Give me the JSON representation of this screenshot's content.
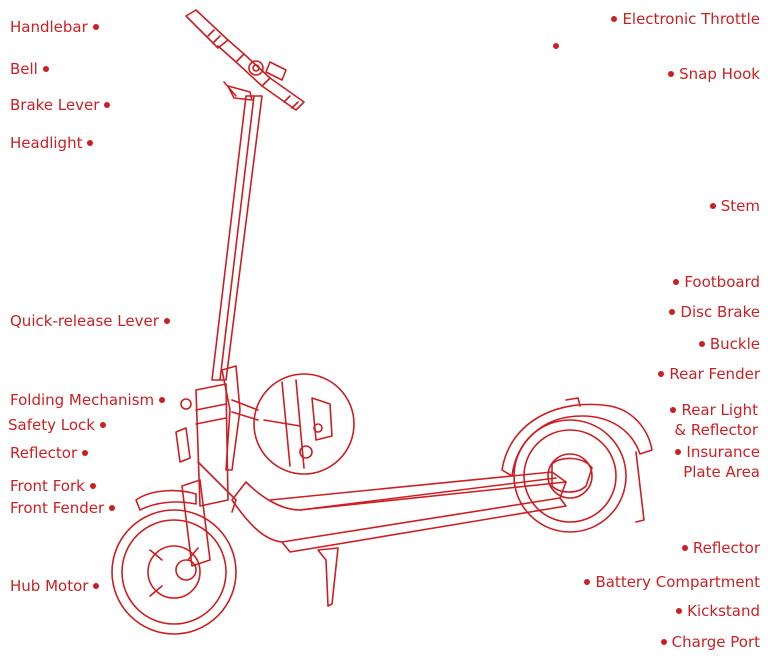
{
  "accent_color": "#cc1f24",
  "labels_left": {
    "handlebar": "Handlebar",
    "bell": "Bell",
    "brake_lever": "Brake Lever",
    "headlight": "Headlight",
    "quick_release_lever": "Quick-release Lever",
    "folding_mechanism": "Folding Mechanism",
    "safety_lock": "Safety Lock",
    "reflector_front": "Reflector",
    "front_fork": "Front Fork",
    "front_fender": "Front Fender",
    "hub_motor": "Hub Motor"
  },
  "labels_right": {
    "electronic_throttle": "Electronic Throttle",
    "snap_hook": "Snap Hook",
    "stem": "Stem",
    "footboard": "Footboard",
    "disc_brake": "Disc Brake",
    "buckle": "Buckle",
    "rear_fender": "Rear Fender",
    "rear_light_line1": "Rear Light",
    "rear_light_line2": "& Reflector",
    "insurance_line1": "Insurance",
    "insurance_line2": "Plate Area",
    "reflector_rear": "Reflector",
    "battery_compartment": "Battery Compartment",
    "kickstand": "Kickstand",
    "charge_port": "Charge Port"
  }
}
